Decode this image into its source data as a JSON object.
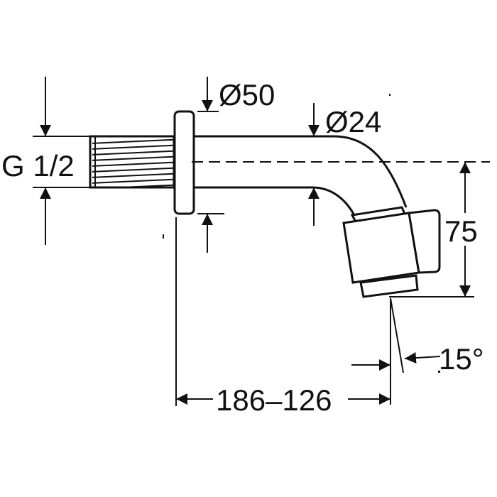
{
  "drawing": {
    "labels": {
      "thread": "G 1/2",
      "flange_diameter": "Ø50",
      "pipe_diameter": "Ø24",
      "height": "75",
      "angle": "15°",
      "length": "186–126"
    }
  },
  "colors": {
    "ink": "#111111",
    "paper": "#ffffff"
  }
}
